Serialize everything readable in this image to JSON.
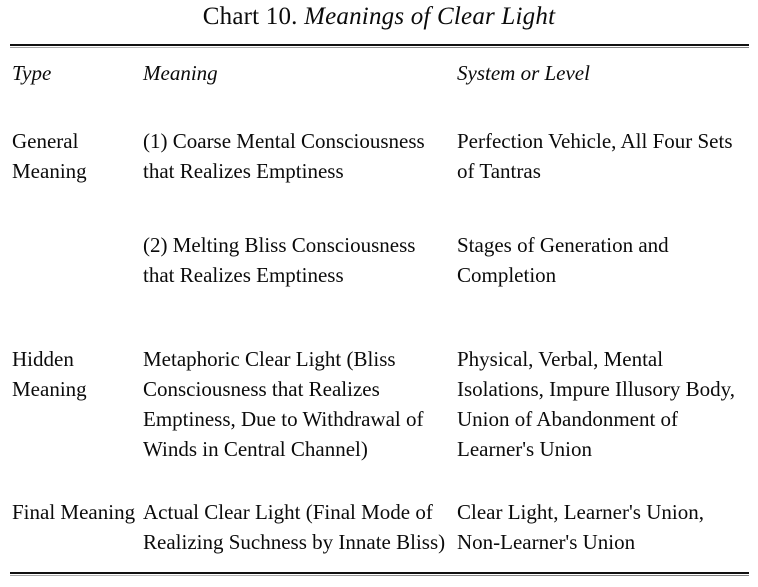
{
  "document": {
    "title_number": "Chart 10.",
    "title_name": "Meanings of Clear Light"
  },
  "table": {
    "headers": {
      "type": "Type",
      "meaning": "Meaning",
      "system": "System or Level"
    },
    "rows": [
      {
        "type": "General Meaning",
        "meaning": "(1) Coarse Mental Consciousness that Realizes Emptiness",
        "system": "Perfection Vehicle, All Four Sets of Tantras"
      },
      {
        "type": "",
        "meaning": "(2) Melting Bliss Consciousness that Realizes Emptiness",
        "system": "Stages of Generation and Completion"
      },
      {
        "type": "Hidden Meaning",
        "meaning": "Metaphoric Clear Light (Bliss Consciousness that Realizes Emptiness, Due to Withdrawal of Winds in Central Channel)",
        "system": "Physical, Verbal, Mental Isolations, Impure Illusory Body, Union of Abandonment of Learner's Union"
      },
      {
        "type": "Final Meaning",
        "meaning": "Actual Clear Light (Final Mode of Realizing Suchness by Innate Bliss)",
        "system": "Clear Light, Learner's Union, Non-Learner's Union"
      }
    ]
  },
  "style": {
    "text_color": "#0b0b0b",
    "rule_color": "#111111",
    "background": "#ffffff"
  }
}
